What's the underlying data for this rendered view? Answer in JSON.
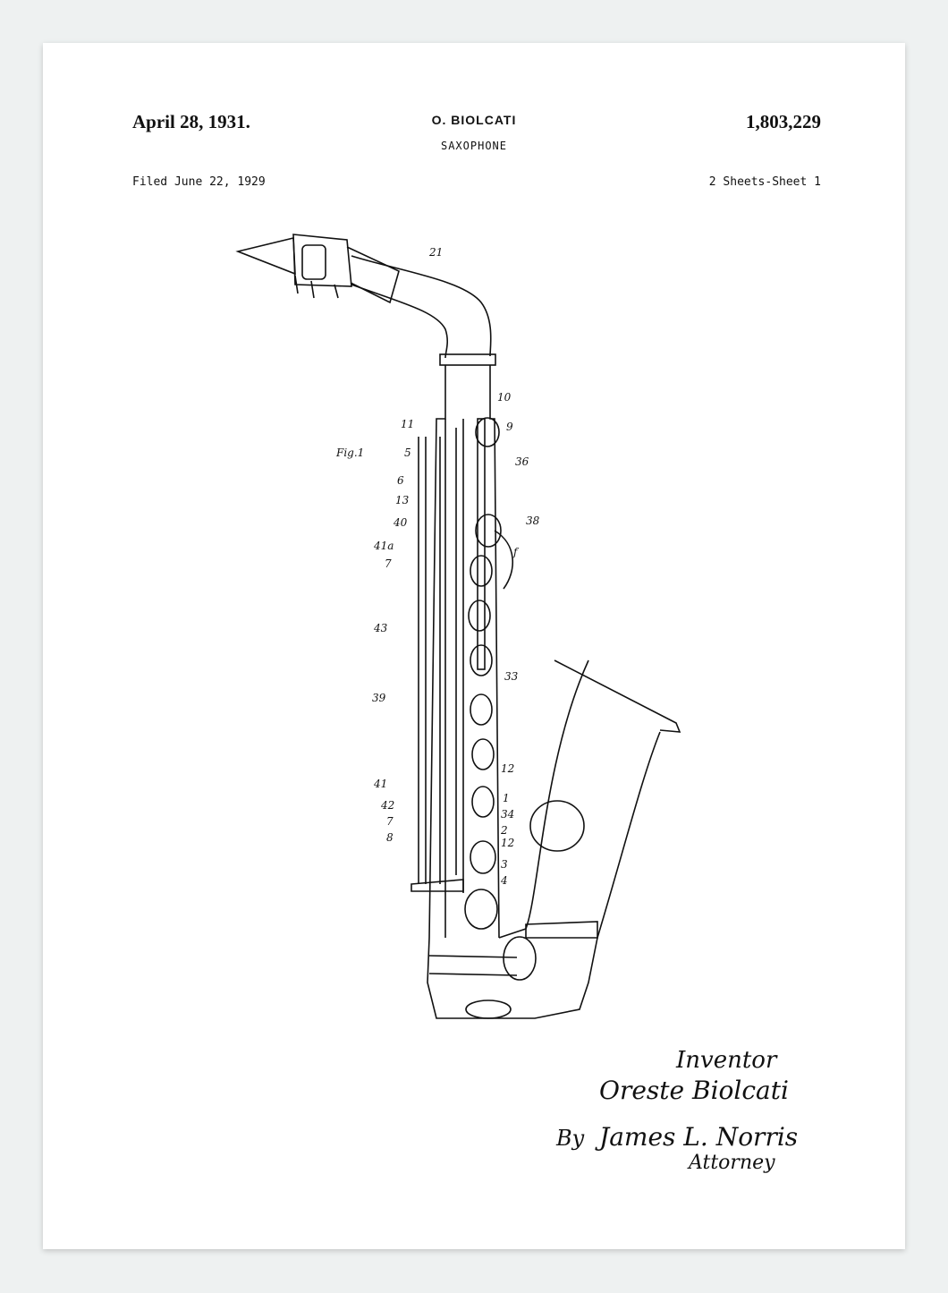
{
  "header": {
    "date": "April 28, 1931.",
    "inventor": "O. BIOLCATI",
    "title": "SAXOPHONE",
    "patent_number": "1,803,229",
    "filed": "Filed June 22, 1929",
    "sheets": "2 Sheets-Sheet 1"
  },
  "figure": {
    "label": "Fig.1",
    "labels": [
      "21",
      "10",
      "9",
      "11",
      "5",
      "6",
      "36",
      "13",
      "40",
      "38",
      "41a",
      "7",
      "f",
      "43",
      "33",
      "39",
      "12",
      "41",
      "1",
      "42",
      "34",
      "7",
      "2",
      "8",
      "12",
      "3",
      "4"
    ]
  },
  "signature": {
    "inventor_caption": "Inventor",
    "inventor_name": "Oreste Biolcati",
    "by": "By",
    "attorney_name": "James L. Norris",
    "attorney_caption": "Attorney"
  }
}
